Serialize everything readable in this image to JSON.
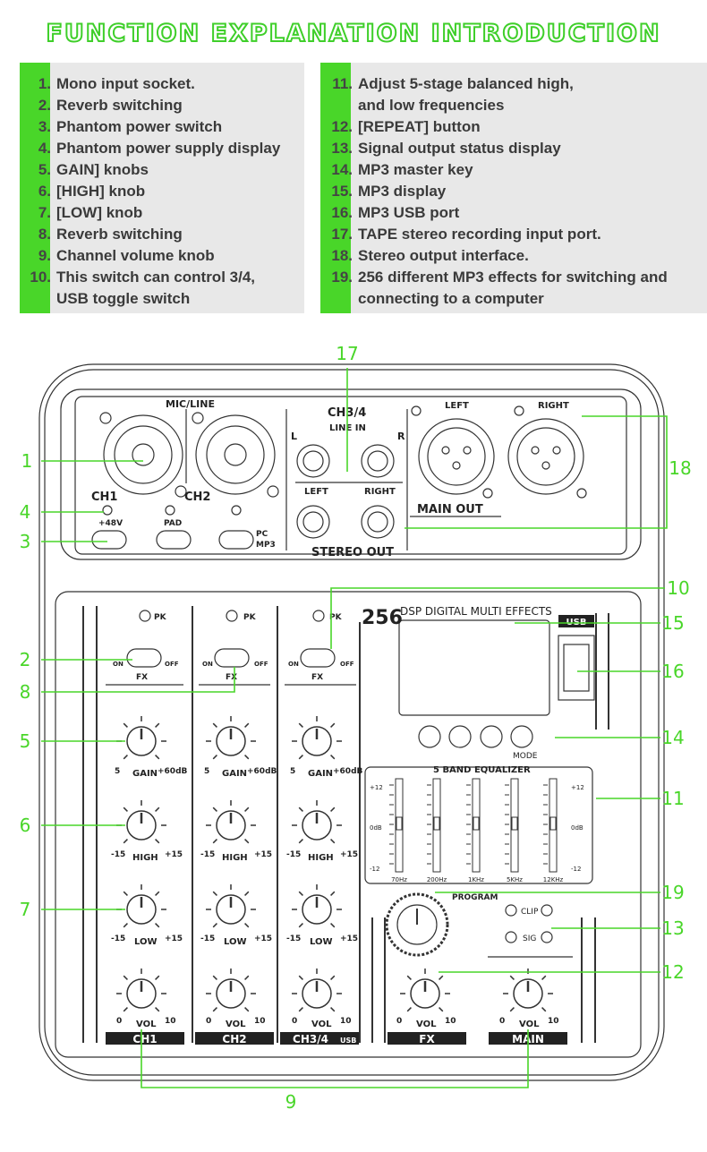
{
  "title": "FUNCTION EXPLANATION INTRODUCTION",
  "left_items": [
    {
      "num": "1.",
      "text": "Mono input socket."
    },
    {
      "num": "2.",
      "text": "Reverb switching"
    },
    {
      "num": "3.",
      "text": "Phantom power switch"
    },
    {
      "num": "4.",
      "text": "Phantom power supply display"
    },
    {
      "num": "5.",
      "text": "GAIN] knobs"
    },
    {
      "num": "6.",
      "text": "[HIGH] knob"
    },
    {
      "num": "7.",
      "text": "[LOW] knob"
    },
    {
      "num": "8.",
      "text": "Reverb switching"
    },
    {
      "num": "9.",
      "text": "Channel volume knob"
    },
    {
      "num": "10.",
      "text": "This switch can control 3/4,"
    },
    {
      "num": "",
      "text": "USB toggle switch"
    }
  ],
  "right_items": [
    {
      "num": "11.",
      "text": "Adjust 5-stage balanced high,"
    },
    {
      "num": "",
      "text": "and low frequencies"
    },
    {
      "num": "12.",
      "text": "[REPEAT] button"
    },
    {
      "num": "13.",
      "text": "Signal output status display"
    },
    {
      "num": "14.",
      "text": "MP3 master key"
    },
    {
      "num": "15.",
      "text": "MP3 display"
    },
    {
      "num": "16.",
      "text": "MP3 USB port"
    },
    {
      "num": "17.",
      "text": "TAPE stereo recording input port."
    },
    {
      "num": "18.",
      "text": "Stereo output interface."
    },
    {
      "num": "19.",
      "text": "256 different MP3 effects for switching and"
    },
    {
      "num": "",
      "text": "connecting to a computer"
    }
  ],
  "panel": {
    "mic_line": "MIC/LINE",
    "ch1": "CH1",
    "ch2": "CH2",
    "v48": "+48V",
    "pad": "PAD",
    "pc": "PC",
    "mp3": "MP3",
    "ch34_title": "CH3/4",
    "line_in": "LINE IN",
    "l": "L",
    "r": "R",
    "left": "LEFT",
    "right": "RIGHT",
    "stereo_out": "STEREO OUT",
    "main_out": "MAIN OUT",
    "left_xlr": "LEFT",
    "right_xlr": "RIGHT",
    "pk": "PK",
    "on": "ON",
    "off": "OFF",
    "fx": "FX",
    "gain": "GAIN",
    "gain_min": "5",
    "gain_max": "+60dB",
    "high": "HIGH",
    "low": "LOW",
    "eq_min": "-15",
    "eq_max": "+15",
    "vol": "VOL",
    "vol_min": "0",
    "vol_max": "10",
    "strip_ch1": "CH1",
    "strip_ch2": "CH2",
    "strip_ch34": "CH3/4",
    "strip_usb": "USB",
    "dsp_num": "256",
    "dsp_text": "DSP DIGITAL MULTI EFFECTS",
    "usb": "USB",
    "mode": "MODE",
    "eq_title": "5 BAND EQUALIZER",
    "eq_plus": "+12",
    "eq_zero": "0dB",
    "eq_minus": "-12",
    "eq_bands": [
      "70Hz",
      "200Hz",
      "1KHz",
      "5KHz",
      "12KHz"
    ],
    "program": "PROGRAM",
    "clip": "CLIP",
    "sig": "SIG",
    "strip_fx": "FX",
    "strip_main": "MAIN"
  },
  "callouts": [
    "1",
    "2",
    "3",
    "4",
    "5",
    "6",
    "7",
    "8",
    "9",
    "10",
    "11",
    "12",
    "13",
    "14",
    "15",
    "16",
    "17",
    "18",
    "19"
  ],
  "colors": {
    "accent": "#49d629",
    "list_bg": "#e8e8e8",
    "text": "#3a3a3a",
    "line": "#333333"
  }
}
